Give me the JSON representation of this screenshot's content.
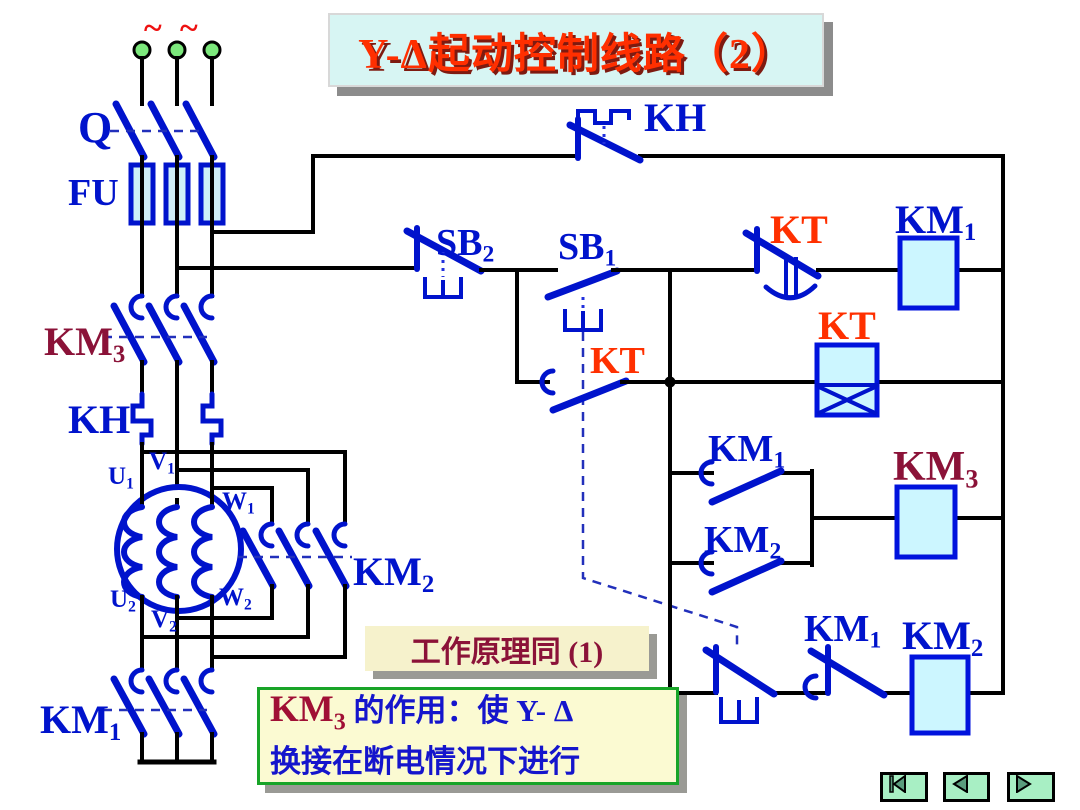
{
  "title": {
    "text": "Y-Δ起动控制线路（2）"
  },
  "supply": {
    "tilde1": "~",
    "tilde2": "~"
  },
  "labels": {
    "q": {
      "base": "Q",
      "sub": ""
    },
    "fu": {
      "base": "FU",
      "sub": ""
    },
    "km3_main": {
      "base": "KM",
      "sub": "3"
    },
    "kh_left": {
      "base": "KH",
      "sub": ""
    },
    "km2_main": {
      "base": "KM",
      "sub": "2"
    },
    "km1_main": {
      "base": "KM",
      "sub": "1"
    },
    "u1": {
      "base": "U",
      "sub": "1"
    },
    "v1": {
      "base": "V",
      "sub": "1"
    },
    "w1": {
      "base": "W",
      "sub": "1"
    },
    "u2": {
      "base": "U",
      "sub": "2"
    },
    "v2": {
      "base": "V",
      "sub": "2"
    },
    "w2": {
      "base": "W",
      "sub": "2"
    },
    "kh_top": {
      "base": "KH",
      "sub": ""
    },
    "sb2": {
      "base": "SB",
      "sub": "2"
    },
    "sb1": {
      "base": "SB",
      "sub": "1"
    },
    "kt_self": {
      "base": "KT",
      "sub": ""
    },
    "kt_nc": {
      "base": "KT",
      "sub": ""
    },
    "km1_coil": {
      "base": "KM",
      "sub": "1"
    },
    "kt_coil": {
      "base": "KT",
      "sub": ""
    },
    "km1_aux": {
      "base": "KM",
      "sub": "1"
    },
    "km2_aux": {
      "base": "KM",
      "sub": "2"
    },
    "km3_coil": {
      "base": "KM",
      "sub": "3"
    },
    "km1_nc": {
      "base": "KM",
      "sub": "1"
    },
    "km2_coil": {
      "base": "KM",
      "sub": "2"
    }
  },
  "notes": {
    "note1": "工作原理同 (1)",
    "note2": {
      "km_base": "KM",
      "km_sub": "3",
      "line1_rest": " 的作用：使 Y- Δ",
      "line2": "换接在断电情况下进行"
    }
  },
  "nav": {
    "first_icon": "go-to-first-slide",
    "prev_icon": "previous-slide",
    "next_icon": "next-slide"
  },
  "colors": {
    "symbol_blue": "#0013cc",
    "label_maroon": "#8b1238",
    "label_red": "#ff3000",
    "title_red": "#ff2f00",
    "coil_fill": "#ccf6ff",
    "button_green": "#a8efc4",
    "terminal_green": "#7ce87c"
  }
}
